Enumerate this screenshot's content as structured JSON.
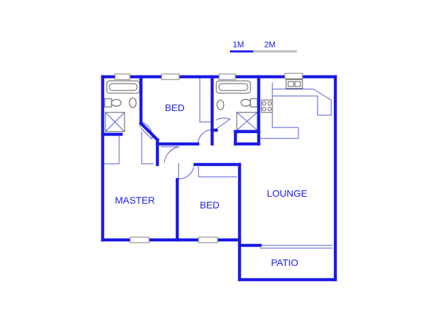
{
  "scale_bar": {
    "label_1": "1M",
    "label_2": "2M",
    "colors": {
      "filled": "#1a1ae6",
      "empty": "#bbbbbb"
    }
  },
  "rooms": {
    "bed_top": "BED",
    "master": "MASTER",
    "bed_center": "BED",
    "lounge": "LOUNGE",
    "patio": "PATIO"
  },
  "colors": {
    "wall": "#1a1ae6",
    "text": "#1a1ae6",
    "fixture": "#555555"
  }
}
